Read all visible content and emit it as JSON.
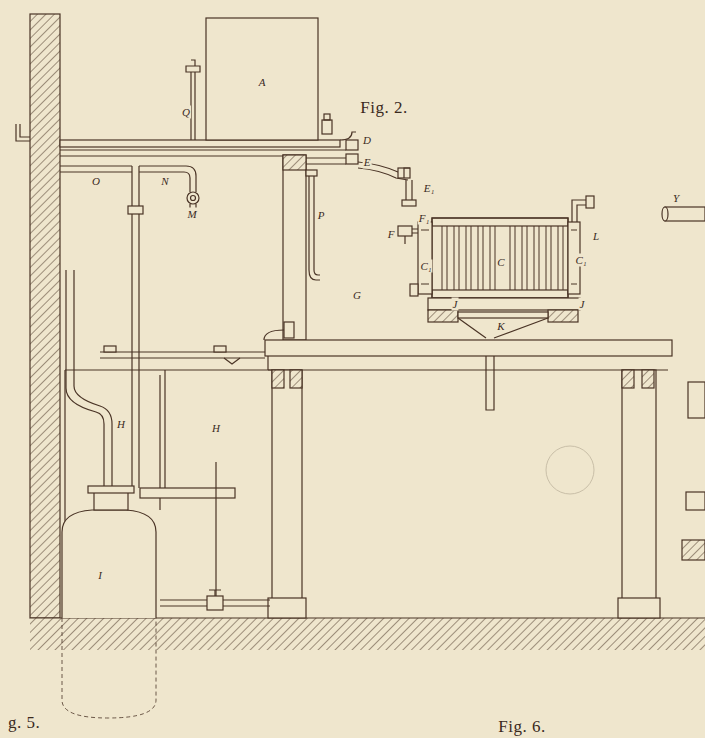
{
  "diagram": {
    "title": "Fig. 2.",
    "labels": [
      "A",
      "Q",
      "D",
      "E",
      "E₁",
      "F₁",
      "F",
      "L",
      "Y",
      "O",
      "N",
      "M",
      "P",
      "C₁",
      "C",
      "C₁",
      "G",
      "J",
      "J",
      "K",
      "H",
      "H",
      "I",
      "g. 5.",
      "Fig. 6."
    ]
  }
}
